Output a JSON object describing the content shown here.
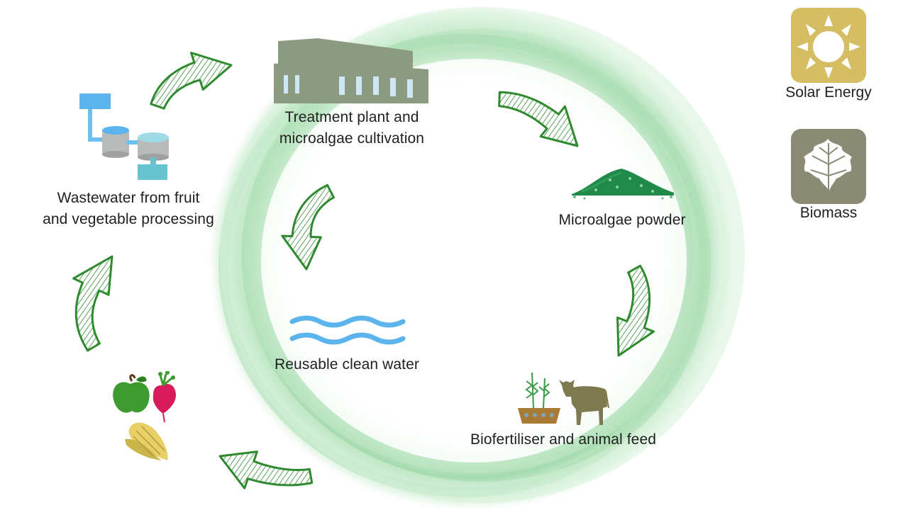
{
  "nodes": {
    "treatment_plant": {
      "line1": "Treatment plant and",
      "line2": "microalgae cultivation"
    },
    "microalgae_powder": {
      "line1": "Microalgae powder"
    },
    "biofertiliser_feed": {
      "line1": "Biofertiliser and animal feed"
    },
    "clean_water": {
      "line1": "Reusable clean water"
    },
    "wastewater": {
      "line1": "Wastewater from fruit",
      "line2": "and vegetable processing"
    }
  },
  "legend": {
    "solar": {
      "label": "Solar Energy",
      "color": "#d4bd63",
      "icon": "sun-icon"
    },
    "biomass": {
      "label": "Biomass",
      "color": "#8b8a74",
      "icon": "leaf-icon"
    }
  },
  "colors": {
    "arrow": "#2f8a2f",
    "ring": "#9ed9a8",
    "building": "#8b9a80",
    "water": "#5bb4ec",
    "algae": "#1f8a4a",
    "soil": "#a87a33",
    "cow": "#7e7a4f"
  }
}
